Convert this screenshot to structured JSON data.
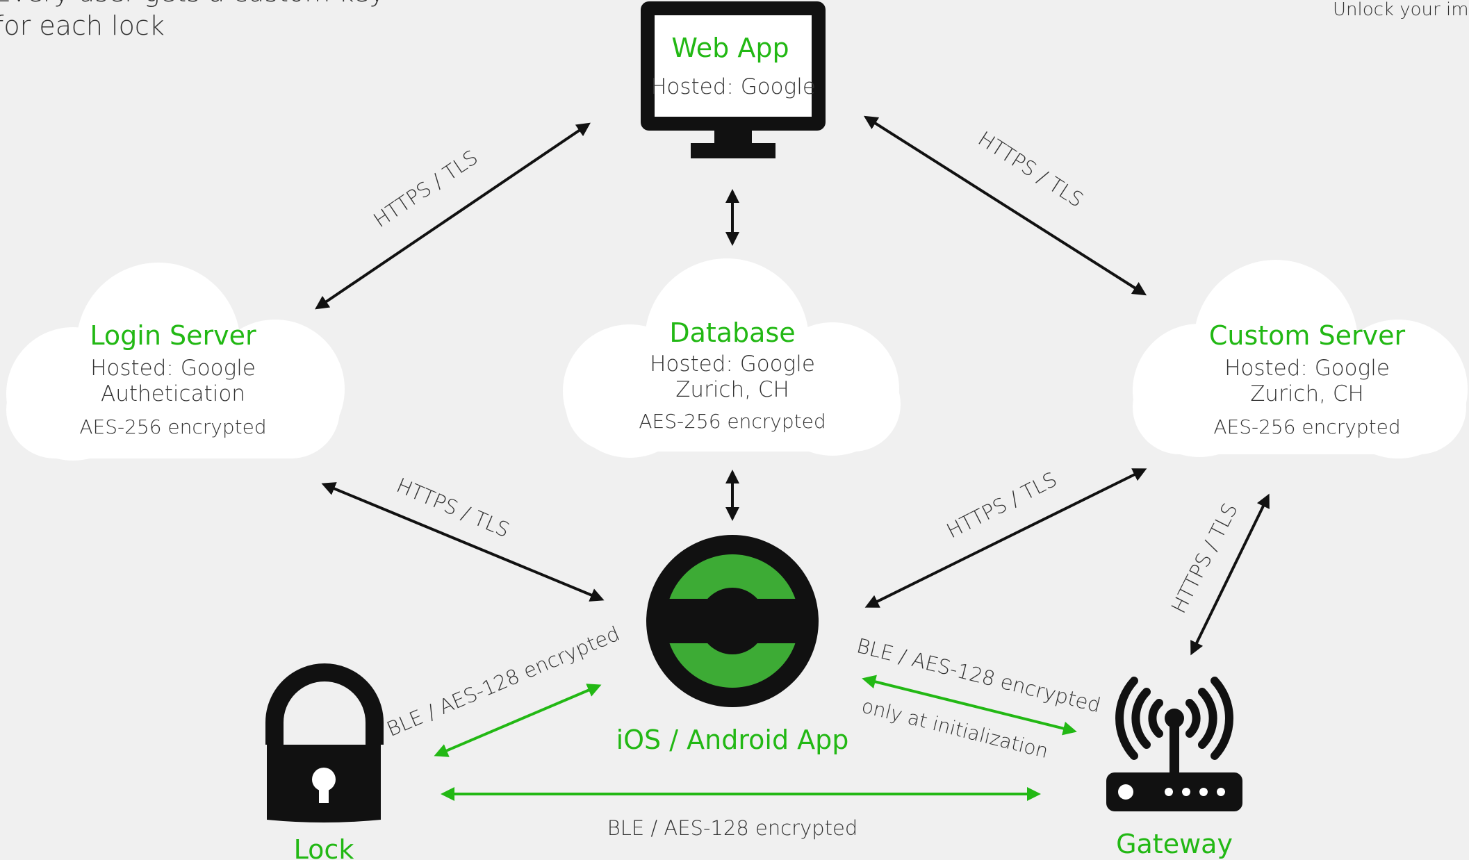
{
  "colors": {
    "background": "#f0f0f0",
    "accent_green": "#22b814",
    "app_icon_green": "#3dab35",
    "text_dark": "#333333",
    "line_dark": "#111111",
    "cloud_fill": "#ffffff"
  },
  "top_left_note": {
    "line1": "Every user gets a custom key",
    "line2": "for each lock"
  },
  "top_right_note": "Unlock your imagination",
  "nodes": {
    "web_app": {
      "title": "Web App",
      "line1": "Hosted: Google",
      "icon": "monitor-icon"
    },
    "login_server": {
      "title": "Login Server",
      "line1": "Hosted: Google",
      "line2": "Authetication",
      "line3": "AES-256 encrypted"
    },
    "database": {
      "title": "Database",
      "line1": "Hosted: Google",
      "line2": "Zurich, CH",
      "line3": "AES-256 encrypted"
    },
    "custom_server": {
      "title": "Custom Server",
      "line1": "Hosted: Google",
      "line2": "Zurich, CH",
      "line3": "AES-256 encrypted"
    },
    "mobile_app": {
      "title": "iOS / Android App",
      "icon": "app-logo-icon"
    },
    "lock": {
      "title": "Lock",
      "icon": "padlock-icon"
    },
    "gateway": {
      "title": "Gateway",
      "icon": "router-icon"
    }
  },
  "edges": {
    "login_web": "HTTPS / TLS",
    "web_custom": "HTTPS / TLS",
    "login_app": "HTTPS / TLS",
    "app_custom": "HTTPS / TLS",
    "custom_gateway": "HTTPS / TLS",
    "lock_app": "BLE / AES-128 encrypted",
    "app_gateway": "BLE / AES-128 encrypted",
    "app_gateway_note": "only at initialization",
    "lock_gateway": "BLE / AES-128 encrypted"
  }
}
